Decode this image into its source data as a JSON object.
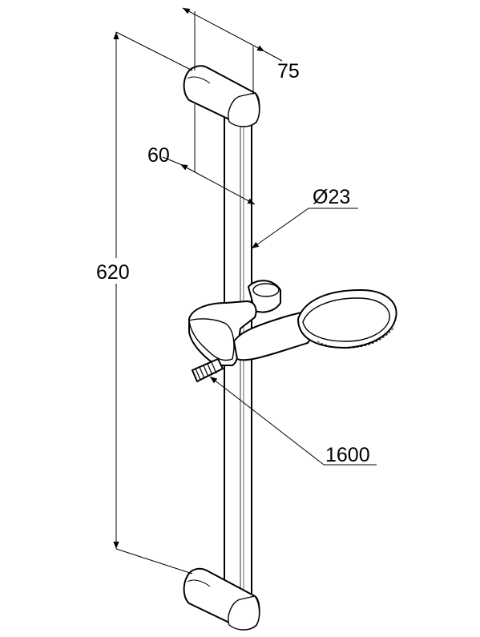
{
  "dimensions": {
    "overall_height": "620",
    "bracket_depth_outer": "75",
    "bracket_depth_inner": "60",
    "rail_diameter": "Ø23",
    "hose_length": "1600"
  },
  "colors": {
    "line": "#000000",
    "background": "#ffffff"
  }
}
